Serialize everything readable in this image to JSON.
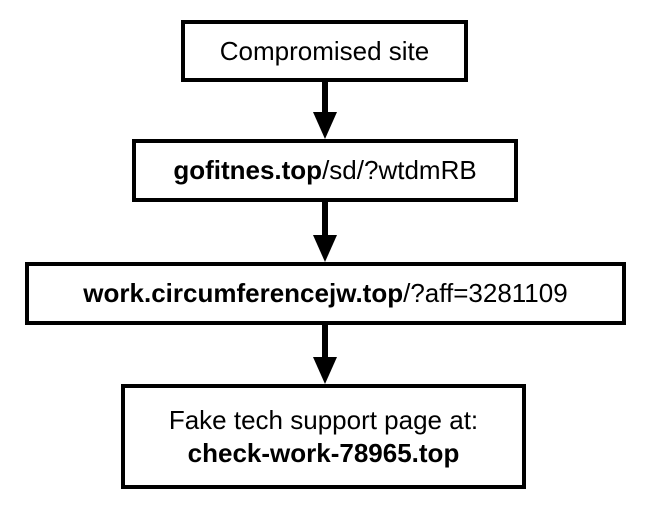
{
  "diagram": {
    "nodes": [
      {
        "id": "compromised-site",
        "label": "Compromised site"
      },
      {
        "id": "gofitnes",
        "domain": "gofitnes.top",
        "path": "/sd/?wtdmRB"
      },
      {
        "id": "circumferencejw",
        "domain": "work.circumferencejw.top",
        "path": "/?aff=3281109"
      },
      {
        "id": "fake-tech-support",
        "line1": "Fake tech support page at:",
        "line2": "check-work-78965.top"
      }
    ],
    "edges": [
      {
        "from": "compromised-site",
        "to": "gofitnes"
      },
      {
        "from": "gofitnes",
        "to": "circumferencejw"
      },
      {
        "from": "circumferencejw",
        "to": "fake-tech-support"
      }
    ],
    "colors": {
      "stroke": "#000000",
      "background": "#ffffff"
    }
  }
}
